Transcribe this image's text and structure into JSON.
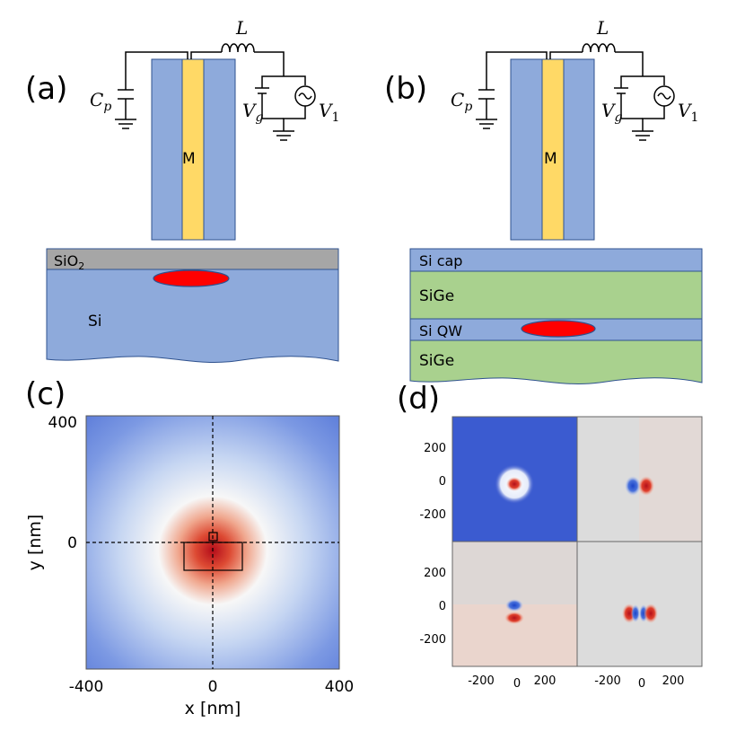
{
  "panels": {
    "a": {
      "label": "(a)",
      "electrode_label": "M",
      "circuit": {
        "inductor": "L",
        "cap": "C",
        "cap_sub": "p",
        "gate": "V",
        "gate_sub": "g",
        "source": "V",
        "source_sub": "1"
      },
      "layers": {
        "oxide": "SiO",
        "oxide_sub": "2",
        "substrate": "Si"
      }
    },
    "b": {
      "label": "(b)",
      "electrode_label": "M",
      "circuit": {
        "inductor": "L",
        "cap": "C",
        "cap_sub": "p",
        "gate": "V",
        "gate_sub": "g",
        "source": "V",
        "source_sub": "1"
      },
      "layers": {
        "cap": "Si cap",
        "sige_top": "SiGe",
        "qw": "Si QW",
        "sige_bottom": "SiGe"
      }
    },
    "c": {
      "label": "(c)",
      "xlabel": "x [nm]",
      "ylabel": "y [nm]",
      "xticks": [
        "-400",
        "0",
        "400"
      ],
      "yticks": [
        "400",
        "0"
      ]
    },
    "d": {
      "label": "(d)",
      "yticks": [
        "200",
        "0",
        "-200"
      ],
      "xticks_left": [
        "-200",
        "0",
        "200"
      ],
      "xticks_right": [
        "-200",
        "0",
        "200"
      ]
    }
  },
  "colors": {
    "device_blue": "#8eaadb",
    "metal_gold": "#ffd966",
    "oxide_gray": "#a6a6a6",
    "sige_green": "#a9d18e",
    "dot_red": "#ff0000",
    "field_blue": "#3b5bd0",
    "field_red": "#d42a1e"
  }
}
